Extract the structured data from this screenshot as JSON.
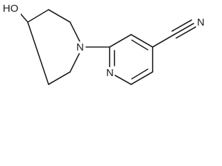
{
  "structure": {
    "atoms": {
      "hydroxyl": "HO",
      "piperidine_nitrogen": "N",
      "pyridine_nitrogen": "N",
      "nitrile_nitrogen": "N"
    },
    "colors": {
      "bond": "#1a1a1a",
      "text": "#1a1a1a",
      "background": "#ffffff"
    }
  }
}
